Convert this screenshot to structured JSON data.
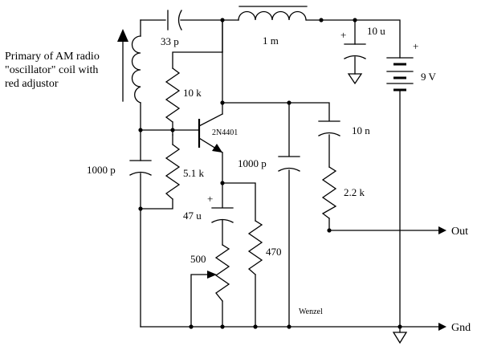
{
  "diagram": {
    "type": "circuit-schematic",
    "note": {
      "line1": "Primary of AM radio",
      "line2": "\"oscillator\" coil with",
      "line3": "red adjustor"
    },
    "components": {
      "c_coupling": "33 p",
      "inductor": "1 m",
      "c_supply": "10 u",
      "battery": "9 V",
      "r_bias_top": "10 k",
      "transistor": "2N4401",
      "c_output": "10 n",
      "c_base": "1000 p",
      "r_bias_bottom": "5.1 k",
      "c_collector": "1000 p",
      "r_output": "2.2 k",
      "c_emitter": "47 u",
      "r_emitter": "470",
      "pot": "500"
    },
    "plus_sign": "+",
    "terminals": {
      "out": "Out",
      "gnd": "Gnd"
    },
    "credit": "Wenzel"
  }
}
